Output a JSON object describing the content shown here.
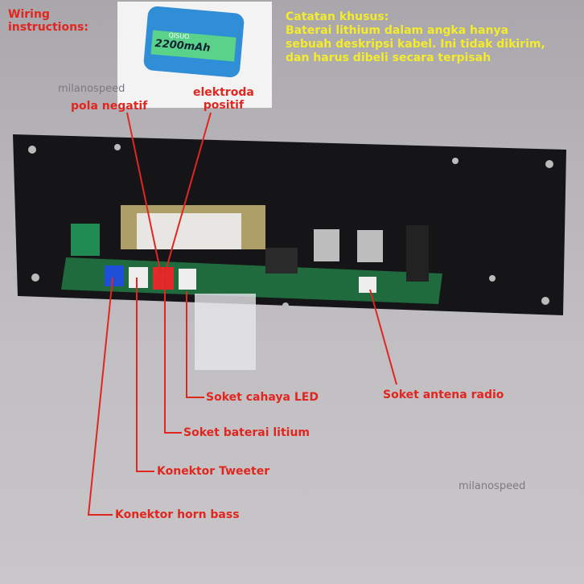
{
  "wiring_title": "Wiring instructions:",
  "note": {
    "title": "Catatan khusus:",
    "lines": [
      "Baterai lithium dalam angka hanya",
      "sebuah deskripsi kabel. Ini tidak dikirim,",
      "dan harus dibeli secara terpisah"
    ]
  },
  "battery": {
    "brand": "QISUO",
    "capacity": "2200mAh"
  },
  "watermark": "milanospeed",
  "labels": {
    "negative": "pola negatif",
    "positive_1": "elektroda",
    "positive_2": "positif",
    "led": "Soket cahaya LED",
    "battery_socket": "Soket baterai litium",
    "tweeter": "Konektor Tweeter",
    "bass": "Konektor horn bass",
    "antenna": "Soket antena radio"
  },
  "colors": {
    "annotation": "#e0261f",
    "note": "#f4ec2a"
  }
}
